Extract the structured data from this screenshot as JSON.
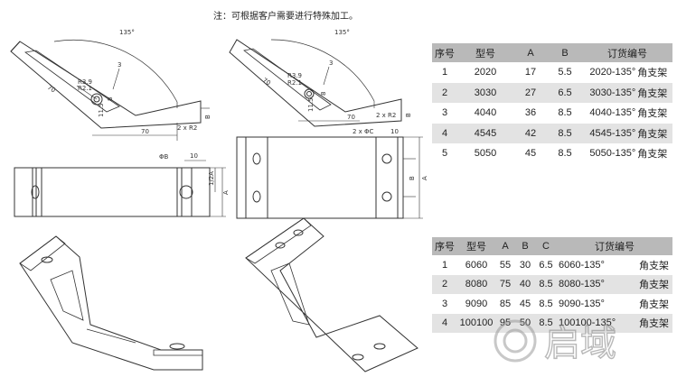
{
  "note": "注：可根据客户需要进行特殊加工。",
  "top_left_drawing": {
    "angle": "135°",
    "dims": [
      "70",
      "70",
      "3",
      "R3.9",
      "R2.1",
      "8",
      "11.5",
      "2 x R2",
      "B"
    ],
    "front_dims": [
      "ΦB",
      "10",
      "1/2A",
      "A"
    ]
  },
  "top_right_drawing": {
    "angle": "135°",
    "dims": [
      "70",
      "70",
      "3",
      "R3.9",
      "R2.1",
      "8",
      "11.5",
      "2 x R2",
      "B"
    ],
    "front_dims": [
      "2 x ΦC",
      "10",
      "B",
      "A"
    ]
  },
  "table1": {
    "headers": [
      "序号",
      "型号",
      "A",
      "B",
      "订货编号"
    ],
    "rows": [
      {
        "no": "1",
        "model": "2020",
        "a": "17",
        "b": "5.5",
        "order": "2020-135°",
        "name": "角支架"
      },
      {
        "no": "2",
        "model": "3030",
        "a": "27",
        "b": "6.5",
        "order": "3030-135°",
        "name": "角支架"
      },
      {
        "no": "3",
        "model": "4040",
        "a": "36",
        "b": "8.5",
        "order": "4040-135°",
        "name": "角支架"
      },
      {
        "no": "4",
        "model": "4545",
        "a": "42",
        "b": "8.5",
        "order": "4545-135°",
        "name": "角支架"
      },
      {
        "no": "5",
        "model": "5050",
        "a": "45",
        "b": "8.5",
        "order": "5050-135°",
        "name": "角支架"
      }
    ]
  },
  "table2": {
    "headers": [
      "序号",
      "型号",
      "A",
      "B",
      "C",
      "订货编号"
    ],
    "rows": [
      {
        "no": "1",
        "model": "6060",
        "a": "55",
        "b": "30",
        "c": "6.5",
        "order": "6060-135°",
        "name": "角支架"
      },
      {
        "no": "2",
        "model": "8080",
        "a": "75",
        "b": "40",
        "c": "8.5",
        "order": "8080-135°",
        "name": "角支架"
      },
      {
        "no": "3",
        "model": "9090",
        "a": "85",
        "b": "45",
        "c": "8.5",
        "order": "9090-135°",
        "name": "角支架"
      },
      {
        "no": "4",
        "model": "100100",
        "a": "95",
        "b": "50",
        "c": "8.5",
        "order": "100100-135°",
        "name": "角支架"
      }
    ]
  },
  "watermark": "启域"
}
